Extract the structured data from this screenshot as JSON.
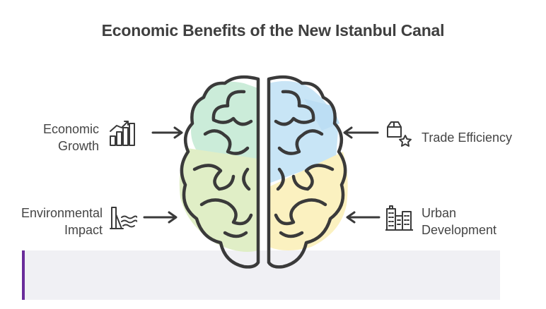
{
  "title": "Economic Benefits of the New Istanbul Canal",
  "items": {
    "economic_growth": {
      "line1": "Economic",
      "line2": "Growth",
      "icon": "bar-chart-growth-icon"
    },
    "environmental_impact": {
      "line1": "Environmental",
      "line2": "Impact",
      "icon": "factory-water-icon"
    },
    "trade_efficiency": {
      "line1": "Trade Efficiency",
      "icon": "box-star-icon"
    },
    "urban_development": {
      "line1": "Urban",
      "line2": "Development",
      "icon": "city-buildings-icon"
    }
  },
  "colors": {
    "green_quadrant": "#c9ecd8",
    "lightgreen_quadrant": "#dfeec4",
    "blue_quadrant": "#c6e4f6",
    "yellow_quadrant": "#fbf1bd",
    "stroke": "#3a3a3a",
    "accent": "#6a2c9a"
  }
}
